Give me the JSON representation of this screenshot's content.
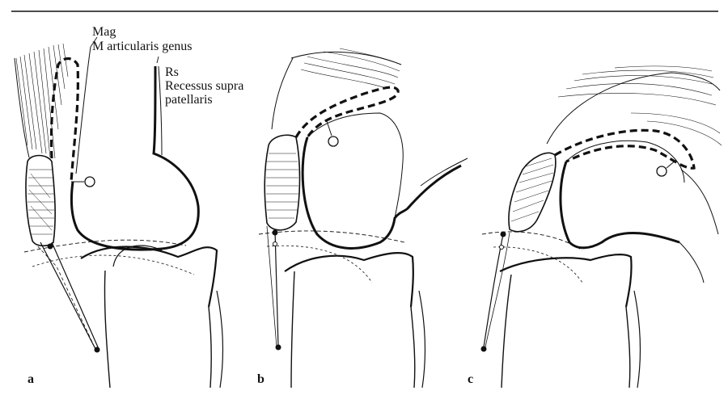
{
  "figure": {
    "annotations": {
      "mag_abbr": "Mag",
      "mag_name": "M articularis genus",
      "rs_abbr": "Rs",
      "rs_name_line1": "Recessus supra",
      "rs_name_line2": "patellaris"
    },
    "panels": [
      "a",
      "b",
      "c"
    ],
    "colors": {
      "ink": "#111111",
      "background": "#ffffff"
    }
  }
}
